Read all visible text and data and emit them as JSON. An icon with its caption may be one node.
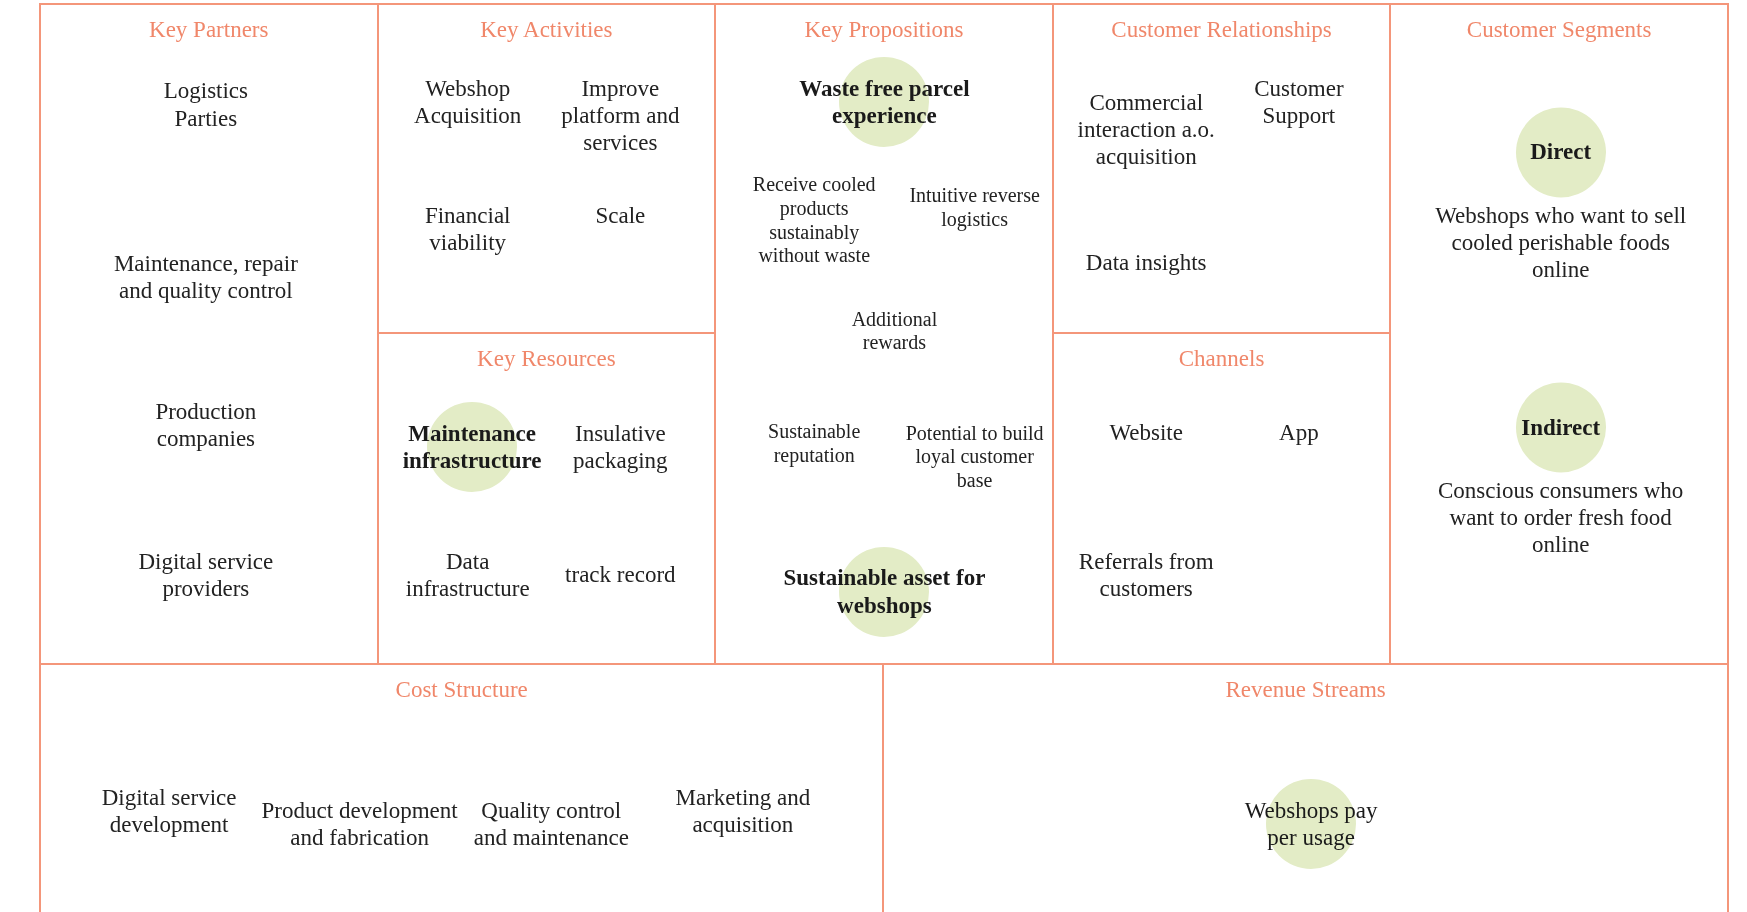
{
  "diagram": {
    "nodes": [
      {
        "text": [
          "Key Partners",
          "Logistics Parties",
          "Maintenance, repair and quality control",
          "Production companies",
          "Digital service providers"
        ]
      },
      {
        "text": [
          "Key Activities",
          "Webshop Acquisition",
          "Improve platform and services",
          "Financial viability",
          "Scale"
        ]
      },
      {
        "text": [
          "Key Resources",
          "Insulative packaging",
          "Data infrastructure",
          "track record"
        ]
      },
      {
        "text": [
          "Maintenance infrastructure"
        ],
        "in": 2
      },
      {
        "text": [
          "Key Propositions",
          "Receive cooled products sustainably without waste",
          "Intuitive reverse logistics",
          "Additional rewards",
          "Sustainable reputation",
          "Potential to build loyal customer base"
        ]
      },
      {
        "text": [
          "Waste free parcel experience"
        ],
        "in": 4
      },
      {
        "text": [
          "Sustainable asset for webshops"
        ],
        "in": 4
      },
      {
        "text": [
          "Customer Relationships",
          "Commercial interaction a.o. acquisition",
          "Customer Support",
          "Data insights"
        ]
      },
      {
        "text": [
          "Channels",
          "Website",
          "App",
          "Referrals from customers"
        ]
      },
      {
        "text": [
          "Customer Segments",
          "Webshops who want to sell cooled perishable foods online",
          "Conscious consumers who want to order fresh food online"
        ]
      },
      {
        "text": [
          "Direct"
        ],
        "in": 9
      },
      {
        "text": [
          "Indirect"
        ],
        "in": 9
      },
      {
        "text": [
          "Cost Structure",
          "Digital service development",
          "Product development and fabrication",
          "Quality control and maintenance",
          "Marketing and acquisition"
        ]
      },
      {
        "text": [
          "Revenue Streams"
        ]
      },
      {
        "text": [
          "Webshops pay per usage"
        ],
        "in": 13
      }
    ]
  }
}
